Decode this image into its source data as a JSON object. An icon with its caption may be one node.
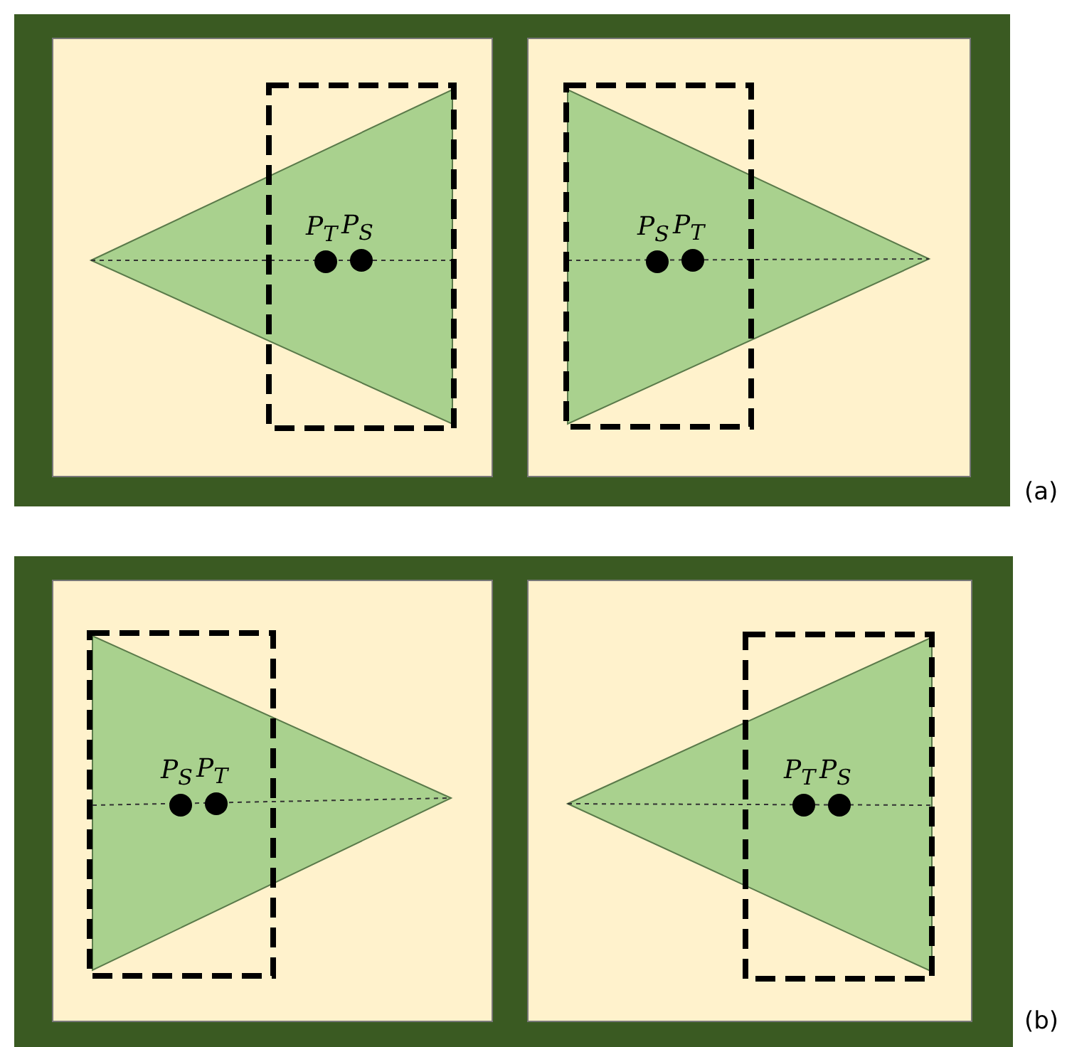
{
  "diagram": {
    "labels": [
      "P$_{T}$",
      "P$_{S}$",
      "P$_{S}$",
      "P$_{T}$",
      "(a)",
      "P$_{S}$",
      "P$_{T}$",
      "P$_{T}$",
      "P$_{S}$",
      "(b)"
    ]
  }
}
